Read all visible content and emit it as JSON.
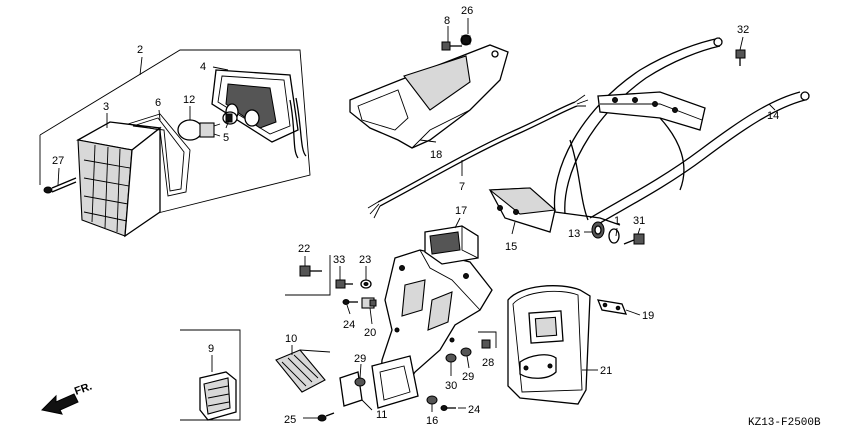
{
  "diagram_code": "KZ13-F2500B",
  "front_arrow_label": "FR.",
  "callouts": {
    "p1": "1",
    "p2": "2",
    "p3": "3",
    "p4": "4",
    "p5": "5",
    "p6": "6",
    "p7": "7",
    "p8": "8",
    "p9": "9",
    "p10": "10",
    "p11": "11",
    "p12": "12",
    "p13": "13",
    "p14": "14",
    "p15": "15",
    "p16": "16",
    "p17": "17",
    "p18": "18",
    "p19": "19",
    "p20": "20",
    "p21": "21",
    "p22": "22",
    "p23": "23",
    "p24a": "24",
    "p24b": "24",
    "p25": "25",
    "p26": "26",
    "p27": "27",
    "p28": "28",
    "p29a": "29",
    "p29b": "29",
    "p30": "30",
    "p31": "31",
    "p32": "32",
    "p33": "33"
  }
}
